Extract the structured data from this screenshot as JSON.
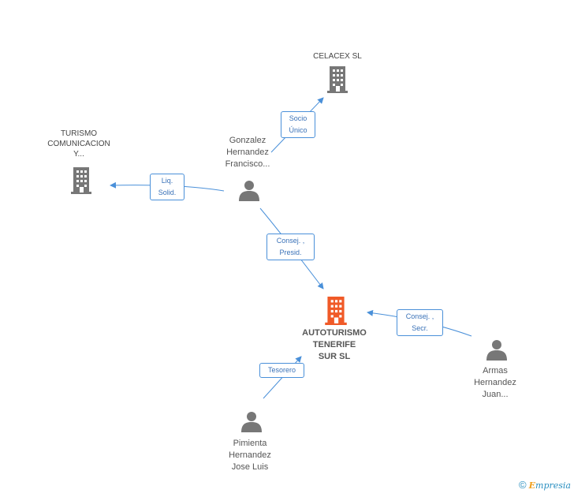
{
  "colors": {
    "edge": "#4a90d9",
    "node_default": "#777777",
    "node_focus": "#f05a28",
    "person": "#777777"
  },
  "nodes": {
    "celacex": {
      "label": "CELACEX SL",
      "icon": "building-icon"
    },
    "turismo": {
      "lines": [
        "TURISMO",
        "COMUNICACION",
        "Y..."
      ],
      "icon": "building-icon"
    },
    "gonzalez": {
      "lines": [
        "Gonzalez",
        "Hernandez",
        "Francisco..."
      ],
      "icon": "person-icon"
    },
    "autoturismo": {
      "lines": [
        "AUTOTURISMO",
        "TENERIFE",
        "SUR SL"
      ],
      "icon": "building-icon"
    },
    "armas": {
      "lines": [
        "Armas",
        "Hernandez",
        "Juan..."
      ],
      "icon": "person-icon"
    },
    "pimienta": {
      "lines": [
        "Pimienta",
        "Hernandez",
        "Jose Luis"
      ],
      "icon": "person-icon"
    }
  },
  "edges": {
    "socio": {
      "lines": [
        "Socio",
        "Único"
      ]
    },
    "liq": {
      "lines": [
        "Liq.",
        "Solid."
      ]
    },
    "consej_presid": {
      "lines": [
        "Consej. ,",
        "Presid."
      ]
    },
    "consej_secr": {
      "lines": [
        "Consej. ,",
        "Secr."
      ]
    },
    "tesorero": {
      "lines": [
        "Tesorero"
      ]
    }
  },
  "footer": {
    "copyright": "©",
    "brand_initial": "E",
    "brand_rest": "mpresia"
  }
}
